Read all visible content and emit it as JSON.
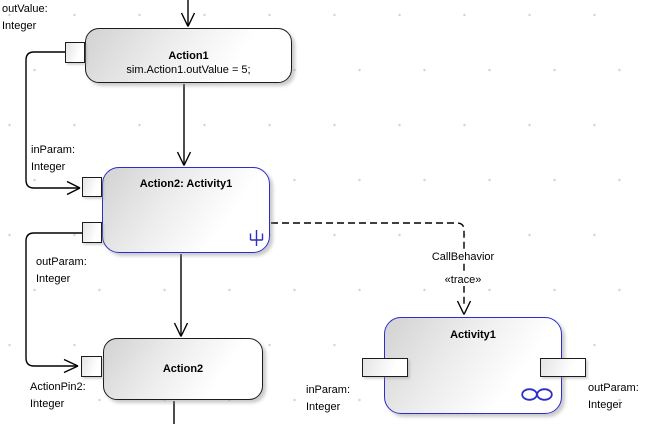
{
  "nodes": {
    "action1": {
      "name": "Action1",
      "body": "sim.Action1.outValue = 5;"
    },
    "call_action": {
      "name": "Action2: Activity1"
    },
    "action2": {
      "name": "Action2"
    },
    "activity1": {
      "name": "Activity1"
    }
  },
  "pin_labels": {
    "out_value": [
      "outValue:",
      "Integer"
    ],
    "in_param": [
      "inParam:",
      "Integer"
    ],
    "out_param": [
      "outParam:",
      "Integer"
    ],
    "action_pin2": [
      "ActionPin2:",
      "Integer"
    ],
    "activity_in_param": [
      "inParam:",
      "Integer"
    ],
    "activity_out_param": [
      "outParam:",
      "Integer"
    ]
  },
  "connector_labels": {
    "call_behavior": "CallBehavior",
    "trace_stereotype": "«trace»"
  },
  "colors": {
    "activity_border_blue": "#2d2dc8",
    "action_border_black": "#1c1c1c",
    "flow_line": "#000000",
    "node_fill_start": "#d2d2d2",
    "node_fill_end": "#ffffff"
  },
  "icons": {
    "rake": "rake-icon",
    "composite": "composite-behavior-icon"
  }
}
